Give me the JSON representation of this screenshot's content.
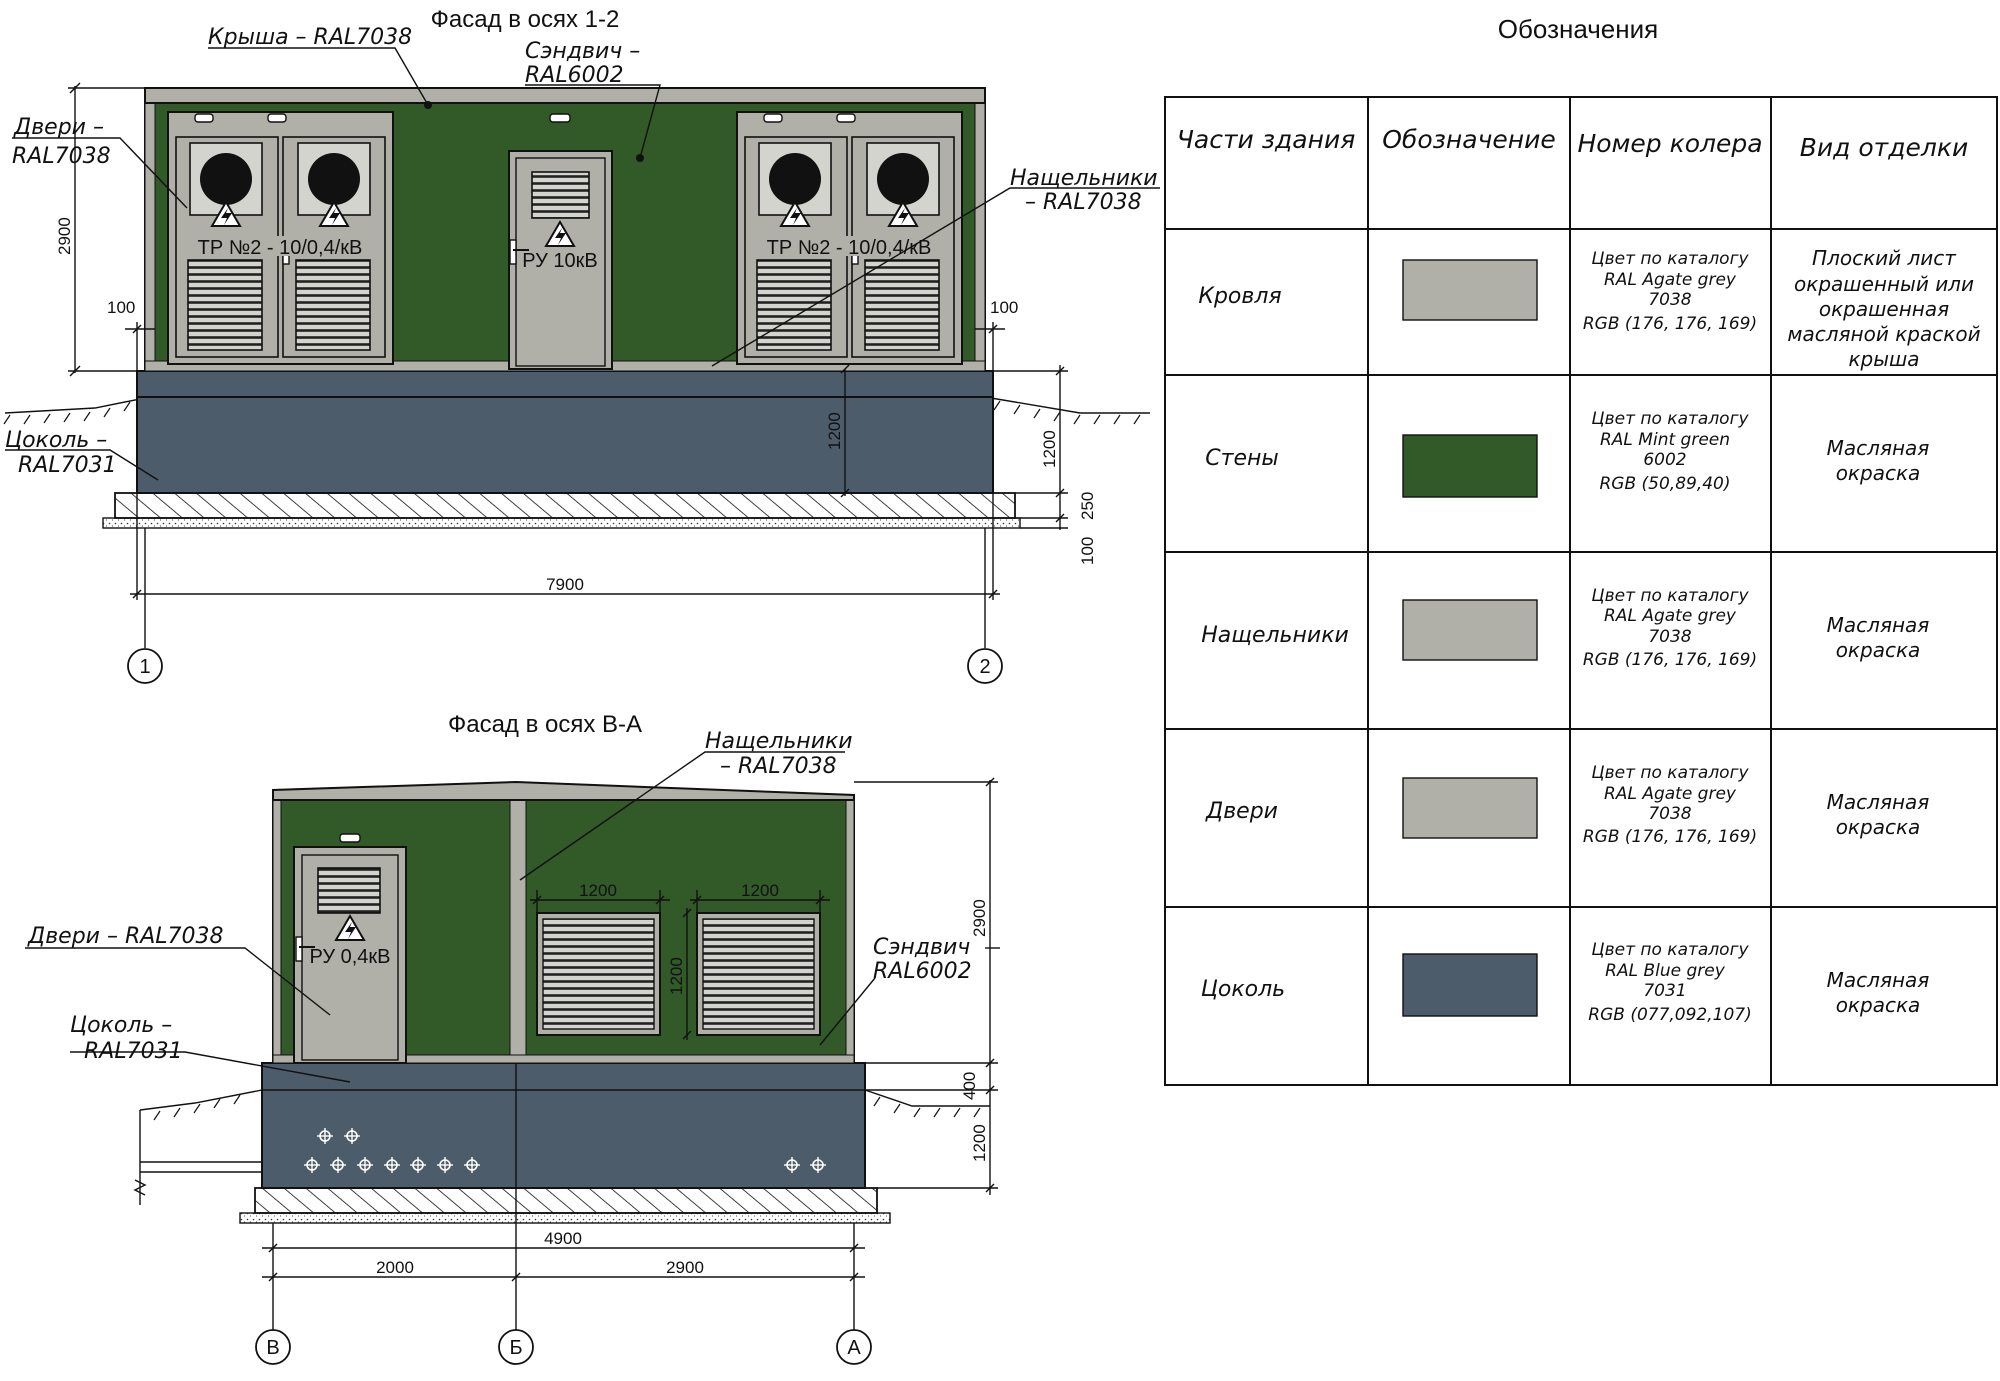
{
  "colors": {
    "roof": "#b0b0a9",
    "walls": "#325928",
    "trim": "#b0b0a9",
    "doors": "#b0b0a9",
    "plinth": "#4d5c6b",
    "outline": "#111111",
    "fan": "#111111",
    "hatch": "#111111"
  },
  "elevation_1_2": {
    "title": "Фасад в осях 1-2",
    "labels": {
      "roof": "Крыша  –  RAL7038",
      "sandwich_1": "Сэндвич  –",
      "sandwich_2": "RAL6002",
      "doors_1": "Двери  –",
      "doors_2": "RAL7038",
      "trim_1": "Нащельники",
      "trim_2": "–  RAL7038",
      "plinth_1": "Цоколь  –",
      "plinth_2": "RAL7031"
    },
    "door_texts": {
      "tr_left": "ТР №2  -  10/0,4/кВ",
      "tr_right": "ТР №2  -  10/0,4/кВ",
      "ru": "РУ 10кВ"
    },
    "dimensions": {
      "height": "2900",
      "left_offset": "100",
      "right_offset": "100",
      "plinth_inner": "1200",
      "plinth_outer": "1200",
      "foundation": "250",
      "base": "100",
      "width": "7900"
    },
    "axes": [
      "1",
      "2"
    ]
  },
  "elevation_v_a": {
    "title": "Фасад в осях В-А",
    "labels": {
      "trim_1": "Нащельники",
      "trim_2": "–  RAL7038",
      "doors": "Двери  –  RAL7038",
      "sandwich_1": "Сэндвич",
      "sandwich_2": "RAL6002",
      "plinth_1": "Цоколь  –",
      "plinth_2": "RAL7031"
    },
    "door_text": "РУ 0,4кВ",
    "dimensions": {
      "vent_w1": "1200",
      "vent_w2": "1200",
      "vent_h": "1200",
      "height": "2900",
      "plinth_top": "400",
      "plinth_bottom": "1200",
      "total_width": "4900",
      "left_part": "2000",
      "right_part": "2900"
    },
    "axes": [
      "В",
      "Б",
      "А"
    ]
  },
  "legend": {
    "title": "Обозначения",
    "headers": [
      "Части здания",
      "Обозначение",
      "Номер колера",
      "Вид отделки"
    ],
    "rows": [
      {
        "part": "Кровля",
        "swatch": "#b0b0a9",
        "color_lines": [
          "Цвет по каталогу",
          "RAL  Agate grey",
          "7038",
          "RGB  (176,  176,  169)"
        ],
        "finish_lines": [
          "Плоский  лист",
          "окрашенный  или",
          "окрашенная",
          "масляной  краской",
          "крыша"
        ]
      },
      {
        "part": "Стены",
        "swatch": "#325928",
        "color_lines": [
          "Цвет  по  каталогу",
          "RAL  Mint  green",
          "6002",
          "RGB  (50,89,40)"
        ],
        "finish_lines": [
          "Масляная",
          "окраска"
        ]
      },
      {
        "part": "Нащельники",
        "swatch": "#b0b0a9",
        "color_lines": [
          "Цвет  по  каталогу",
          "RAL  Agate  grey",
          "7038",
          "RGB  (176,  176,  169)"
        ],
        "finish_lines": [
          "Масляная",
          "окраска"
        ]
      },
      {
        "part": "Двери",
        "swatch": "#b0b0a9",
        "color_lines": [
          "Цвет  по  каталогу",
          "RAL  Agate  grey",
          "7038",
          "RGB  (176,  176,  169)"
        ],
        "finish_lines": [
          "Масляная",
          "окраска"
        ]
      },
      {
        "part": "Цоколь",
        "swatch": "#4d5c6b",
        "color_lines": [
          "Цвет  по  каталогу",
          "RAL  Blue  grey",
          "7031",
          "RGB  (077,092,107)"
        ],
        "finish_lines": [
          "Масляная",
          "окраска"
        ]
      }
    ]
  }
}
